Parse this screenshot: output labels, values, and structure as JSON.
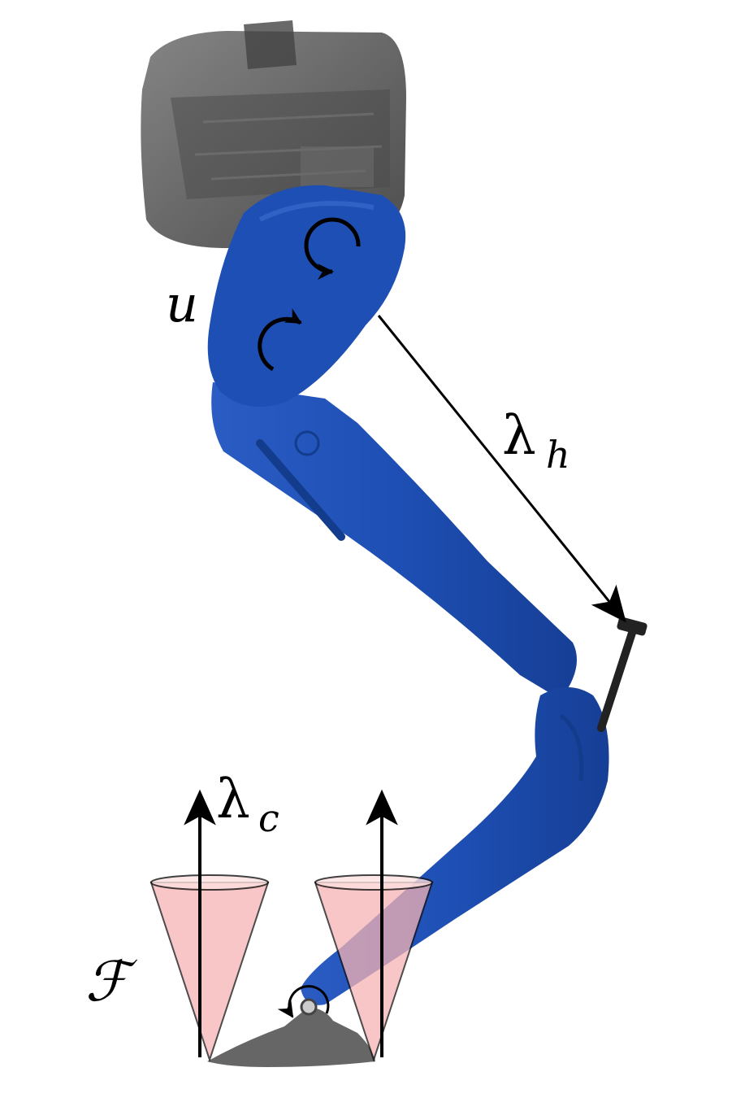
{
  "labels": {
    "input": "u",
    "hip_constraint_symbol": "λ",
    "hip_constraint_subscript": "h",
    "contact_force_symbol": "λ",
    "contact_force_subscript": "c",
    "friction_cone": "ℱ"
  },
  "colors": {
    "leg": "#1e4fb4",
    "leg_dark": "#143c8c",
    "leg_highlight": "#3c6fd0",
    "body": "#5a5a5a",
    "body_dark": "#3a3a3a",
    "cone_fill": "#f6b3b3",
    "arrows": "#000000",
    "rod": "#222222",
    "foot": "#666666"
  },
  "icons": [
    "torso-shell",
    "rotation-arrow-icon",
    "friction-cone",
    "force-arrow"
  ]
}
